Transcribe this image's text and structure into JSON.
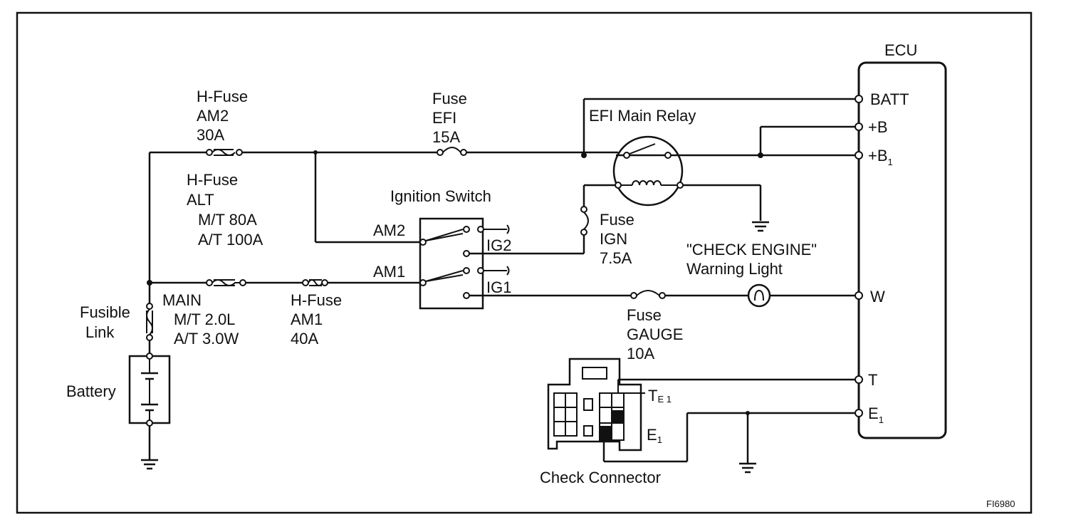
{
  "title": "",
  "ecu": {
    "label": "ECU",
    "pins": {
      "batt": "BATT",
      "plus_b": "+B",
      "plus_b1": "+B",
      "plus_b1_sub": "1",
      "w": "W",
      "t": "T",
      "e1": "E",
      "e1_sub": "1"
    }
  },
  "hfuse_am2": {
    "l1": "H-Fuse",
    "l2": "AM2",
    "l3": "30A"
  },
  "fuse_efi": {
    "l1": "Fuse",
    "l2": "EFI",
    "l3": "15A"
  },
  "efi_relay": {
    "label": "EFI Main Relay"
  },
  "hfuse_alt": {
    "l1": "H-Fuse",
    "l2": "ALT",
    "l3": "M/T 80A",
    "l4": "A/T 100A"
  },
  "ignition_switch": {
    "label": "Ignition Switch",
    "am2": "AM2",
    "am1": "AM1",
    "ig2": "IG2",
    "ig1": "IG1"
  },
  "fuse_ign": {
    "l1": "Fuse",
    "l2": "IGN",
    "l3": "7.5A"
  },
  "check_engine": {
    "l1": "\"CHECK ENGINE\"",
    "l2": "Warning Light"
  },
  "main_link": {
    "l1": "MAIN",
    "l2": "M/T 2.0L",
    "l3": "A/T 3.0W"
  },
  "hfuse_am1": {
    "l1": "H-Fuse",
    "l2": "AM1",
    "l3": "40A"
  },
  "fusible_link": {
    "l1": "Fusible",
    "l2": "Link"
  },
  "battery": {
    "label": "Battery"
  },
  "fuse_gauge": {
    "l1": "Fuse",
    "l2": "GAUGE",
    "l3": "10A"
  },
  "check_connector": {
    "label": "Check Connector",
    "te1": "T",
    "te1_sub": "E 1",
    "e1": "E",
    "e1_sub": "1"
  },
  "figure_code": "FI6980"
}
